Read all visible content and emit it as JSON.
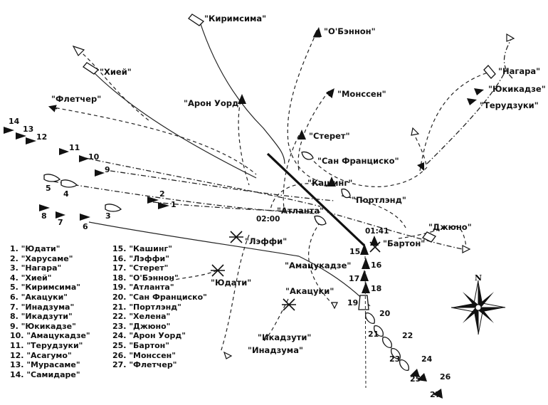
{
  "ship_labels": {
    "kirishima": "\"Киримсима\"",
    "obannon": "\"О'Бэннон\"",
    "hiei": "\"Хией\"",
    "nagara": "\"Нагара\"",
    "yukikaze": "\"Юкикадзе\"",
    "teruzuki": "\"Терудзуки\"",
    "fletcher": "\"Флетчер\"",
    "aaron_ward": "\"Арон Уорд\"",
    "monssen": "\"Монссен\"",
    "sterett": "\"Стерет\"",
    "san_francisco": "\"Сан Франциско\"",
    "cushing": "\"Кашинг\"",
    "portland": "\"Портлэнд\"",
    "atlanta": "\"Атланта\"",
    "juneau": "\"Джюно\"",
    "laffey": "\"Лэффи\"",
    "barton": "\"Бартон\"",
    "amatsukaze": "\"Амацукадзе\"",
    "yudachi": "\"Юдати\"",
    "akatsuki": "\"Акацуки\"",
    "ikazuchi": "\"Икадзути\"",
    "inazuma": "\"Инадзума\""
  },
  "numbers": {
    "n1": "1",
    "n2": "2",
    "n3": "3",
    "n4": "4",
    "n5": "5",
    "n6": "6",
    "n7": "7",
    "n8": "8",
    "n9": "9",
    "n10": "10",
    "n11": "11",
    "n12": "12",
    "n13": "13",
    "n14": "14",
    "n15": "15",
    "n16": "16",
    "n17": "17",
    "n18": "18",
    "n19": "19",
    "n20": "20",
    "n21": "21",
    "n22": "22",
    "n23": "23",
    "n24": "24",
    "n25": "25",
    "n26": "26",
    "n27": "27"
  },
  "times": {
    "t0200": "02:00",
    "t0141": "01:41"
  },
  "compass": {
    "north": "N"
  },
  "legend_left": [
    "1. \"Юдати\"",
    "2. \"Харусаме\"",
    "3. \"Нагара\"",
    "4. \"Хией\"",
    "5. \"Киримсима\"",
    "6. \"Акацуки\"",
    "7. \"Инадзума\"",
    "8. \"Икадзути\"",
    "9. \"Юкикадзе\"",
    "10. \"Амацукадзе\"",
    "11. \"Терудзуки\"",
    "12. \"Асагумо\"",
    "13. \"Мурасаме\"",
    "14. \"Самидаре\""
  ],
  "legend_right": [
    "15. \"Кашинг\"",
    "16. \"Лэффи\"",
    "17. \"Стерет\"",
    "18. \"О'Бэннон\"",
    "19. \"Атланта\"",
    "20. \"Сан Франциско\"",
    "21. \"Портлэнд\"",
    "22. \"Хелена\"",
    "23. \"Джюно\"",
    "24. \"Арон Уорд\"",
    "25. \"Бартон\"",
    "26. \"Монссен\"",
    "27. \"Флетчер\""
  ]
}
